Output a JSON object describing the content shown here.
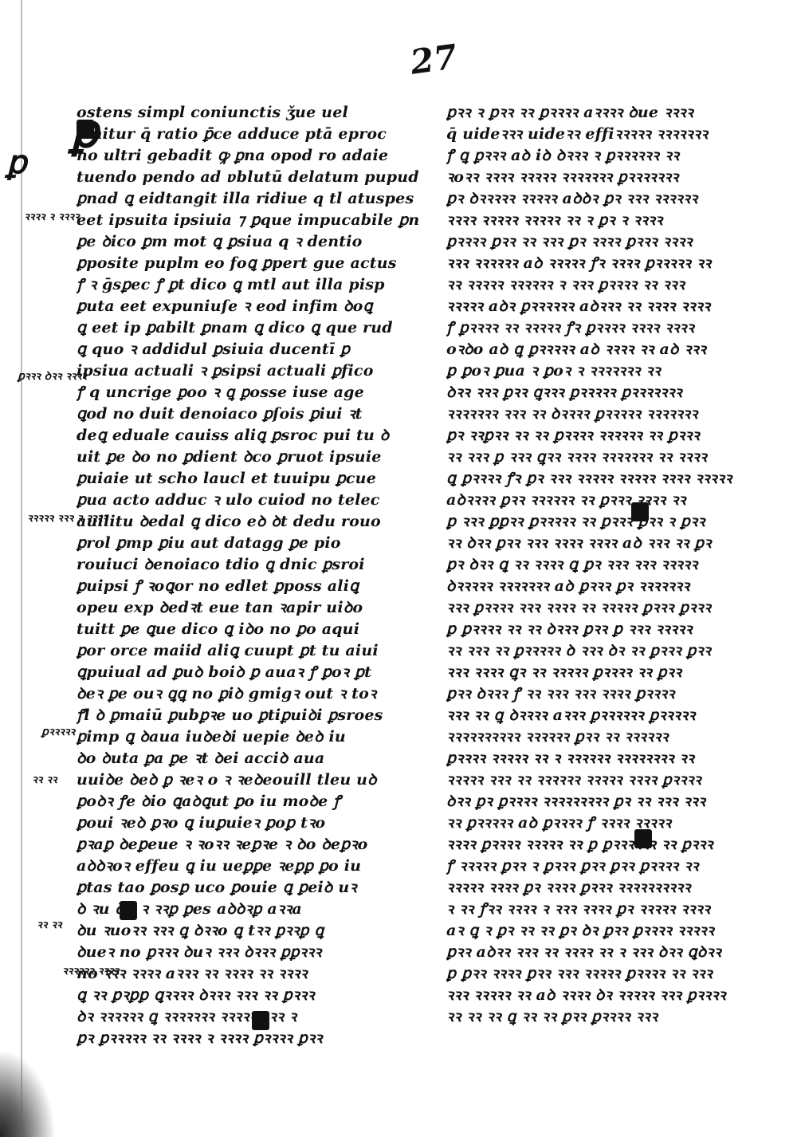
{
  "folio": "27",
  "left_column": [
    "ostens simpl coniuncti̇s ǯue uel",
    "emitur q̄ ratio ꝑ̄ce adduce ptā eproc",
    "no ultri gebadit ꝙ ꝑna opod ro adaie",
    "tuendo pendo ad ɐblutū delatum pupud",
    "ꝑnad ꝗ eidtangit illa ridiue q tl atuspes",
    "eet ipsuita ipsiuia ⁊ ꝑque impucabile ꝑnam",
    "ꝑe ꝺico ꝑm mot ꝗ ꝑsiua q ꝛ dentio",
    "ꝑposite puplm eo foꝗ ꝑpert gue actus",
    "ꝭ ꝛ ḡsꝑec ꝭ ꝑt dico ꝗ mtl aut illa pisp",
    "ꝑuta eet expuniuſe ꝛ eod infim ꝺoꝗ",
    "ꝗ eet ip ꝑabilt ꝑnam ꝗ dico ꝗ que rud",
    "ꝗ quo ꝛ addidul ꝑsiuia ducentī ꝑ",
    "ipsiua actuali ꝛ ꝑsipsi actuali ꝑfico",
    "ꝭ q uncrige ꝑoo ꝛ ꝗ ꝑosse iuse age",
    "ꝗod no duit denoiaco ꝑſois ꝑiui ꝛt",
    "deꝗ eduale cauiss aliꝗ ꝑsroc pui tu ꝺ",
    "uit ꝑe ꝺo no ꝑdient ꝺco ꝑruot ipsuie",
    "ꝑuiaie ut scho laucl et tuuipu ꝑcue",
    "ꝑua acto adduc ꝛ ulo cuiod no telec",
    "auilitu ꝺedal ꝗ dico eꝺ ꝺt dedu rouo",
    "ꝑrol ꝑmp ꝑiu aut datagg ꝑe pio",
    "rouiuci ꝺenoiaco tdio ꝗ dnic ꝑsroi",
    "ꝑuipsi ꝭ ꝛoꝗor no edlet ꝑposs aliꝗ",
    "opeu exp ꝺedꝛt eue tan ꝛapir uiꝺo",
    "tuitt ꝑe ꝗue dico ꝗ iꝺo no ꝑo aqui",
    "ꝑor orce maiid aliꝗ cuupt ꝑt tu aiui",
    "ꝗpuiual ad ꝑuꝺ boiꝺ ꝑ auaꝛ ꝭ ꝑoꝛ ꝑt",
    "ꝺeꝛ ꝑe ouꝛ ꝗꝗ no ꝑiꝺ gmigꝛ out ꝛ toꝛ",
    "ꝭ̄l ꝺ ꝑmaiū ꝑubꝑꝛe uo ꝑtiꝑuiꝺi ꝑsroes",
    "ꝑimp ꝗ ꝺaua iuꝺeꝺi uepie ꝺeꝺ iu",
    "ꝺo ꝺuta ꝑa ꝑe ꝛt ꝺei acciꝺ aua",
    "uuiꝺe ꝺeꝺ ꝑ ꝛeꝛ o ꝛ ꝛeꝺeouill tleu uꝺ",
    "ꝑoꝺꝛ ꝭe ꝺio ꝗaꝺꝗut ꝑo iu moꝺe ꝭ",
    "ꝑoui ꝛeꝺ ꝑꝛo ꝗ iuꝑuieꝛ ꝑoꝑ tꝛo",
    "ꝑꝛaꝑ ꝺeꝑeue ꝛ ꝛoꝛꝛ ꝛeꝑꝛe ꝛ ꝺo ꝺeꝑꝛo",
    "aꝺꝺꝛoꝛ effeu ꝗ iu ueꝑꝑe ꝛeꝑꝑ ꝑo iu",
    "ꝑtas tao ꝑosꝑ uco ꝑouie ꝗ ꝑeiꝺ uꝛ",
    "ꝺ ꝛu ꝺu ꝛ ꝛꝛꝑ ꝑes aꝺꝺꝛꝑ aꝛꝛa",
    "ꝺu ꝛuoꝛꝛ ꝛꝛꝛ ꝗ ꝺꝛꝛo ꝗ tꝛꝛ ꝑꝛꝛꝑ ꝗ",
    "ꝺueꝛ no ꝑꝛꝛꝛ ꝺuꝛ ꝛꝛꝛ ꝺꝛꝛꝛ ꝑꝑꝛꝛꝛ",
    "no ꝛꝛꝛ ꝛꝛꝛꝛ aꝛꝛꝛ ꝛꝛ ꝛꝛꝛꝛ ꝛꝛ ꝛꝛꝛꝛ",
    "ꝗ ꝛꝛ ꝑꝛꝑꝑ ꝗꝛꝛꝛꝛ ꝺꝛꝛꝛ ꝛꝛꝛ ꝛꝛ ꝑꝛꝛꝛ",
    "ꝺꝛ ꝛꝛꝛꝛꝛꝛ ꝗ ꝛꝛꝛꝛꝛꝛꝛ ꝛꝛꝛꝛꝛꝛ ꝛꝛ ꝛ",
    "ꝑꝛ ꝑꝛꝛꝛꝛꝛ ꝛꝛ ꝛꝛꝛꝛ ꝛ ꝛꝛꝛꝛ ꝑꝛꝛꝛꝛ ꝑꝛꝛ"
  ],
  "right_column": [
    "ꝑꝛꝛ ꝛ ꝑꝛꝛ ꝛꝛ ꝑꝛꝛꝛꝛ aꝛꝛꝛꝛ ꝺue ꝛꝛꝛꝛ",
    "q̄ uideꝛꝛꝛ uideꝛꝛ effiꝛꝛꝛꝛꝛ ꝛꝛꝛꝛꝛꝛꝛ",
    "ꝭ ꝗ ꝑꝛꝛꝛ aꝺ iꝺ ꝺꝛꝛꝛ ꝛ ꝑꝛꝛꝛꝛꝛꝛ ꝛꝛ",
    "ꝛoꝛꝛ ꝛꝛꝛꝛ ꝛꝛꝛꝛꝛ ꝛꝛꝛꝛꝛꝛꝛ ꝑꝛꝛꝛꝛꝛꝛꝛ",
    "ꝑꝛ ꝺꝛꝛꝛꝛꝛ ꝛꝛꝛꝛꝛ aꝺꝺꝛ ꝑꝛ ꝛꝛꝛ ꝛꝛꝛꝛꝛꝛ",
    "ꝛꝛꝛꝛ ꝛꝛꝛꝛꝛ ꝛꝛꝛꝛꝛ ꝛꝛ ꝛ ꝑꝛ ꝛ ꝛꝛꝛꝛ",
    "ꝑꝛꝛꝛꝛ ꝑꝛꝛ ꝛꝛ ꝛꝛꝛ ꝑꝛ ꝛꝛꝛꝛ ꝑꝛꝛꝛ ꝛꝛꝛꝛ",
    "ꝛꝛꝛ ꝛꝛꝛꝛꝛꝛ aꝺ ꝛꝛꝛꝛꝛ ꝭꝛ ꝛꝛꝛꝛ ꝑꝛꝛꝛꝛꝛ ꝛꝛ",
    "ꝛꝛ ꝛꝛꝛꝛꝛ ꝛꝛꝛꝛꝛꝛ ꝛ ꝛꝛꝛ ꝑꝛꝛꝛꝛ ꝛꝛ ꝛꝛꝛ",
    "ꝛꝛꝛꝛꝛ aꝺꝛ ꝑꝛꝛꝛꝛꝛꝛ aꝺꝛꝛꝛ ꝛꝛ ꝛꝛꝛꝛ ꝛꝛꝛꝛ",
    "ꝭ ꝑꝛꝛꝛꝛ ꝛꝛ ꝛꝛꝛꝛꝛ ꝭꝛ ꝑꝛꝛꝛꝛ ꝛꝛꝛꝛ ꝛꝛꝛꝛ",
    "oꝛꝺo aꝺ ꝗ ꝑꝛꝛꝛꝛꝛ aꝺ ꝛꝛꝛꝛ ꝛꝛ aꝺ ꝛꝛꝛ",
    "ꝑ ꝑoꝛ ꝑua ꝛ ꝑoꝛ ꝛ ꝛꝛꝛꝛꝛꝛꝛ ꝛꝛ",
    "ꝺꝛꝛ ꝛꝛꝛ ꝑꝛꝛ ꝗꝛꝛꝛ ꝑꝛꝛꝛꝛꝛ ꝑꝛꝛꝛꝛꝛꝛꝛ",
    "ꝛꝛꝛꝛꝛꝛꝛ ꝛꝛꝛ ꝛꝛ ꝺꝛꝛꝛꝛ ꝑꝛꝛꝛꝛꝛ ꝛꝛꝛꝛꝛꝛꝛ",
    "ꝑꝛ ꝛꝛꝑꝛꝛ ꝛꝛ ꝛꝛ ꝑꝛꝛꝛꝛ ꝛꝛꝛꝛꝛꝛ ꝛꝛ ꝑꝛꝛꝛ",
    "ꝛꝛ ꝛꝛꝛ ꝑ ꝛꝛꝛ ꝗꝛꝛ ꝛꝛꝛꝛ ꝛꝛꝛꝛꝛꝛꝛ ꝛꝛ ꝛꝛꝛꝛ",
    "ꝗ ꝑꝛꝛꝛꝛ ꝭꝛ ꝑꝛ ꝛꝛꝛ ꝛꝛꝛꝛꝛ ꝛꝛꝛꝛꝛ ꝛꝛꝛꝛ ꝛꝛꝛꝛꝛ",
    "aꝺꝛꝛꝛꝛ ꝑꝛꝛ ꝛꝛꝛꝛꝛꝛ ꝛꝛ ꝑꝛꝛꝛ ꝛꝛꝛꝛ ꝛꝛ",
    "ꝑ ꝛꝛꝛ ꝑꝑꝛꝛ ꝑꝛꝛꝛꝛꝛ ꝛꝛ ꝑꝛꝛꝛ ꝑꝛꝛ ꝛ ꝑꝛꝛ",
    "ꝛꝛ ꝺꝛꝛ ꝑꝛꝛ ꝛꝛꝛ ꝛꝛꝛꝛ ꝛꝛꝛꝛ aꝺ ꝛꝛꝛ ꝛꝛ ꝑꝛ",
    "ꝑꝛ ꝺꝛꝛ ꝗ ꝛꝛ ꝛꝛꝛꝛ ꝗ ꝑꝛ ꝛꝛꝛ ꝛꝛꝛ ꝛꝛꝛꝛꝛ",
    "ꝺꝛꝛꝛꝛꝛ ꝛꝛꝛꝛꝛꝛꝛ aꝺ ꝑꝛꝛꝛ ꝑꝛ ꝛꝛꝛꝛꝛꝛꝛ",
    "ꝛꝛꝛ ꝑꝛꝛꝛꝛ ꝛꝛꝛ ꝛꝛꝛꝛ ꝛꝛ ꝛꝛꝛꝛꝛ ꝑꝛꝛꝛ ꝑꝛꝛꝛ",
    "ꝑ ꝑꝛꝛꝛꝛ ꝛꝛ ꝛꝛ ꝺꝛꝛꝛ ꝑꝛꝛ ꝑ ꝛꝛꝛ ꝛꝛꝛꝛꝛ",
    "ꝛꝛ ꝛꝛꝛ ꝛꝛ ꝑꝛꝛꝛꝛꝛ ꝺ ꝛꝛꝛ ꝺꝛ ꝛꝛ ꝑꝛꝛꝛ ꝑꝛꝛ",
    "ꝛꝛꝛ ꝛꝛꝛꝛ ꝗꝛ ꝛꝛ ꝛꝛꝛꝛꝛ ꝑꝛꝛꝛꝛ ꝛꝛ ꝑꝛꝛ",
    "ꝑꝛꝛ ꝺꝛꝛꝛ ꝭ ꝛꝛ ꝛꝛꝛ ꝛꝛꝛ ꝛꝛꝛꝛ ꝑꝛꝛꝛꝛ",
    "ꝛꝛꝛ ꝛꝛ ꝗ ꝺꝛꝛꝛꝛ aꝛꝛꝛ ꝑꝛꝛꝛꝛꝛꝛ ꝑꝛꝛꝛꝛꝛ",
    "ꝛꝛꝛꝛꝛꝛꝛꝛꝛꝛ ꝛꝛꝛꝛꝛꝛ ꝑꝛꝛ ꝛꝛ ꝛꝛꝛꝛꝛꝛ",
    "ꝑꝛꝛꝛꝛ ꝛꝛꝛꝛꝛ ꝛꝛ ꝛ ꝛꝛꝛꝛꝛꝛ ꝛꝛꝛꝛꝛꝛꝛꝛ ꝛꝛ",
    "ꝛꝛꝛꝛꝛ ꝛꝛꝛ ꝛꝛ ꝛꝛꝛꝛꝛꝛ ꝛꝛꝛꝛꝛ ꝛꝛꝛꝛ ꝑꝛꝛꝛꝛ",
    "ꝺꝛꝛ ꝑꝛ ꝑꝛꝛꝛꝛ ꝛꝛꝛꝛꝛꝛꝛꝛꝛ ꝑꝛ ꝛꝛ ꝛꝛꝛ ꝛꝛꝛ",
    "ꝛꝛ ꝑꝛꝛꝛꝛꝛ aꝺ ꝑꝛꝛꝛꝛ ꝭ ꝛꝛꝛꝛ ꝛꝛꝛꝛꝛ",
    "ꝛꝛꝛꝛ ꝑꝛꝛꝛꝛ ꝛꝛꝛꝛꝛ ꝛꝛ ꝑ ꝑꝛꝛꝛꝛꝛꝛ ꝛꝛ ꝑꝛꝛꝛ",
    "ꝭ ꝛꝛꝛꝛꝛ ꝑꝛꝛ ꝛ ꝑꝛꝛꝛ ꝑꝛꝛ ꝑꝛꝛ ꝑꝛꝛꝛꝛ ꝛꝛ",
    "ꝛꝛꝛꝛꝛ ꝛꝛꝛꝛ ꝑꝛ ꝛꝛꝛꝛ ꝑꝛꝛꝛ ꝛꝛꝛꝛꝛꝛꝛꝛꝛꝛ",
    "ꝛ ꝛꝛ ꝭꝛꝛ ꝛꝛꝛꝛ ꝛ ꝛꝛꝛ ꝛꝛꝛꝛ ꝑꝛ ꝛꝛꝛꝛꝛ ꝛꝛꝛꝛ",
    "aꝛ ꝗ ꝛ ꝑꝛ ꝛꝛ ꝛꝛ ꝑꝛ ꝺꝛ ꝑꝛꝛ ꝑꝛꝛꝛꝛ ꝛꝛꝛꝛꝛ",
    "ꝑꝛꝛ aꝺꝛꝛ ꝛꝛꝛ ꝛꝛ ꝛꝛꝛꝛ ꝛꝛ ꝛ ꝛꝛꝛ ꝺꝛꝛ ꝗꝺꝛꝛ",
    "ꝑ ꝑꝛꝛ ꝛꝛꝛꝛ ꝑꝛꝛ ꝛꝛꝛ ꝛꝛꝛꝛꝛ ꝑꝛꝛꝛꝛ ꝛꝛ ꝛꝛꝛ",
    "ꝛꝛꝛ ꝛꝛꝛꝛꝛ ꝛꝛ aꝺ ꝛꝛꝛꝛ ꝺꝛ ꝛꝛꝛꝛꝛ ꝛꝛꝛ ꝑꝛꝛꝛꝛ",
    "ꝛꝛ ꝛꝛ ꝛꝛ ꝗ ꝛꝛ ꝛꝛ ꝑꝛꝛ ꝑꝛꝛꝛꝛ ꝛꝛꝛ"
  ],
  "margin_notes": [
    "ꝛꝛꝛꝛ ꝛ ꝛꝛꝛꝛ",
    "ꝑꝛꝛꝛ ꝺꝛꝛ ꝛꝛꝛꝛ",
    "ꝛꝛꝛꝛꝛ ꝛꝛꝛ ꝛ ꝛꝛꝛꝛ",
    "ꝑꝛꝛꝛꝛꝛ",
    "ꝛꝛ ꝛꝛ",
    "ꝛꝛ ꝛꝛ",
    "ꝛꝛꝛꝛꝛꝛ ꝛꝛꝛꝛ"
  ]
}
